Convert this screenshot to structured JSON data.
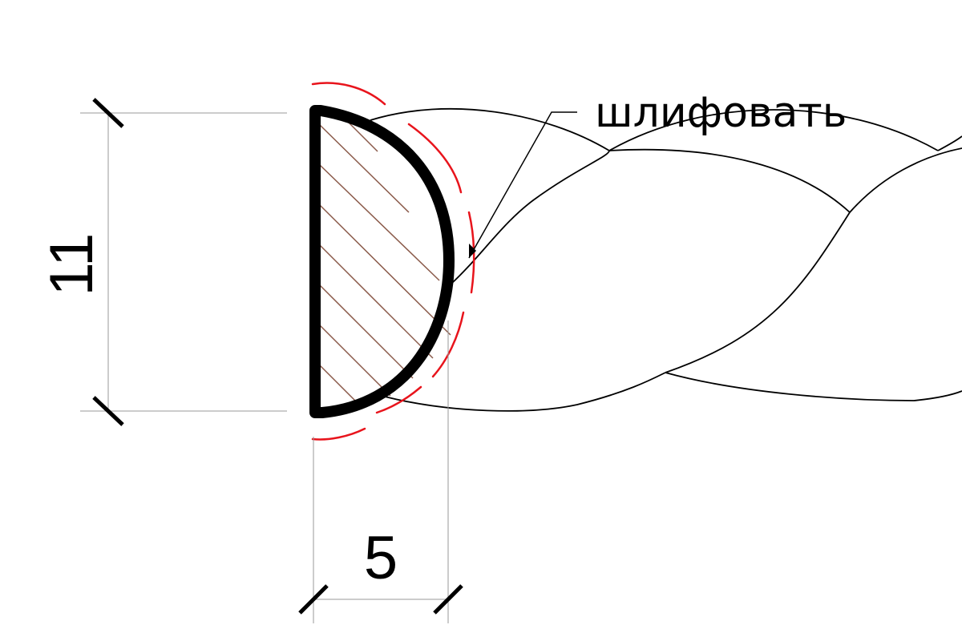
{
  "dimensions": {
    "height": "11",
    "width": "5"
  },
  "annotation": {
    "text": "шлифовать"
  },
  "colors": {
    "outline": "#000000",
    "hatch": "#8a5a4a",
    "marking": "#e8141c",
    "thin_line": "#9a9a9a"
  }
}
